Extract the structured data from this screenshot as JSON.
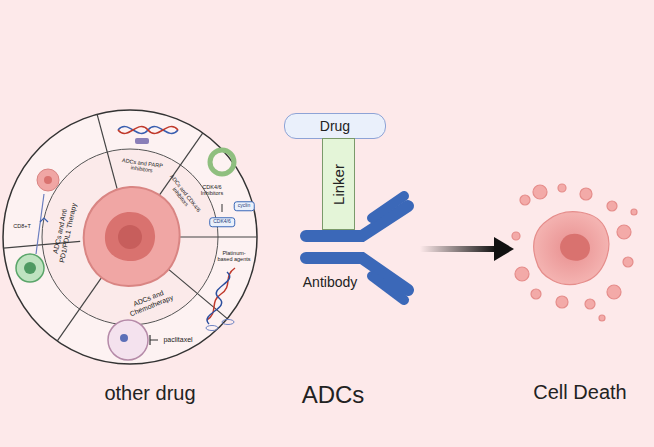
{
  "diagram": {
    "nodes": [
      {
        "text": [
          "Drug"
        ]
      },
      {
        "text": [
          "Linker"
        ]
      }
    ],
    "labels": [
      "ADCs and Anti PD1/PDL1 Therapy",
      "ADCs and PARP inhibitors",
      "ADCs and CDK4/6 inhibitors",
      "CDK4/6 Inhibitors",
      "cyclin",
      "CDK4/6",
      "Platinum-based agents",
      "ADCs and Chemotherapy",
      "paclitaxel",
      "CD8+T",
      "Antibody",
      "other drug",
      "ADCs",
      "Cell Death"
    ]
  }
}
